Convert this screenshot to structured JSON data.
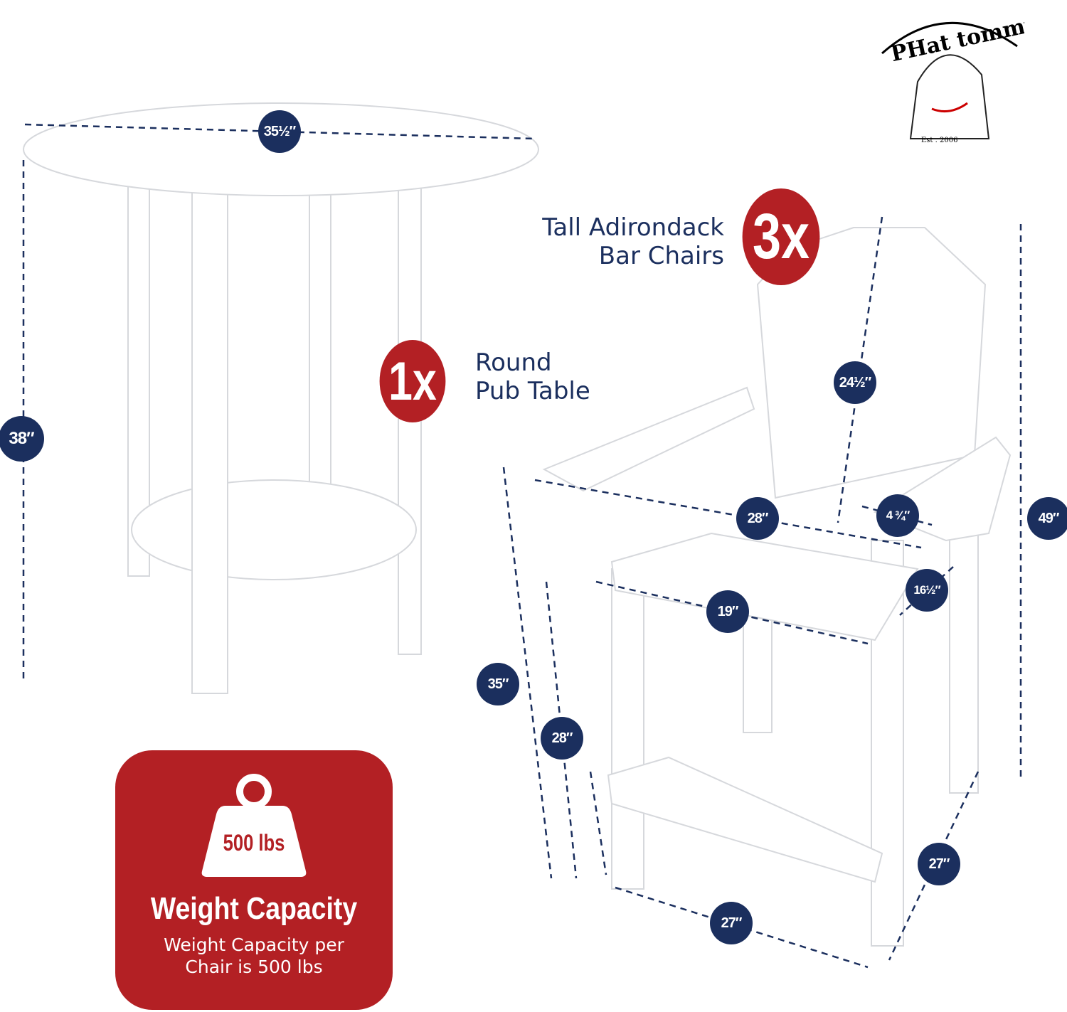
{
  "brand": {
    "logo_text": "PHat tommy",
    "logo_tagline": "Est . 2006"
  },
  "colors": {
    "navy": "#1b2f5e",
    "red": "#b32024"
  },
  "table": {
    "quantity": "1x",
    "label_line1": "Round",
    "label_line2": "Pub Table",
    "diameter": "35½″",
    "height": "38″"
  },
  "chair": {
    "quantity": "3x",
    "label_line1": "Tall Adirondack",
    "label_line2": "Bar Chairs",
    "back_height": "24½″",
    "arm_width": "28″",
    "arm_depth": "4 ¾″",
    "total_height": "49″",
    "seat_depth": "16½″",
    "seat_width": "19″",
    "arm_height": "35″",
    "seat_height": "28″",
    "base_depth": "27″",
    "base_width": "27″"
  },
  "weight": {
    "icon": "weight-icon",
    "value": "500 lbs",
    "title": "Weight Capacity",
    "desc_line1": "Weight Capacity per",
    "desc_line2": "Chair is 500 lbs"
  }
}
